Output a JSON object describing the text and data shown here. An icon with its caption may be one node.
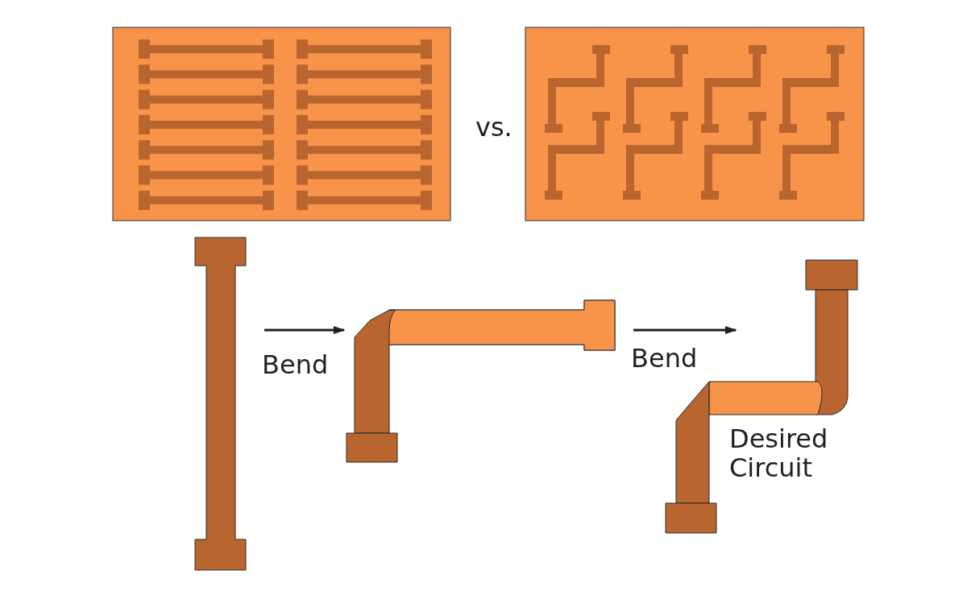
{
  "diagram": {
    "nodes": [
      {
        "text": [],
        "shape": "picture"
      },
      {
        "text": [],
        "shape": "picture"
      },
      {
        "text": [],
        "shape": "picture"
      },
      {
        "text": [],
        "shape": "picture"
      },
      {
        "text": [
          "Desired Circuit"
        ]
      }
    ],
    "edges": [
      {
        "from": 2,
        "to": 3,
        "arrow": "to",
        "label": "Bend"
      },
      {
        "from": 3,
        "to": 4,
        "arrow": "to",
        "label": "Bend"
      }
    ],
    "labels": [
      "vs."
    ]
  }
}
